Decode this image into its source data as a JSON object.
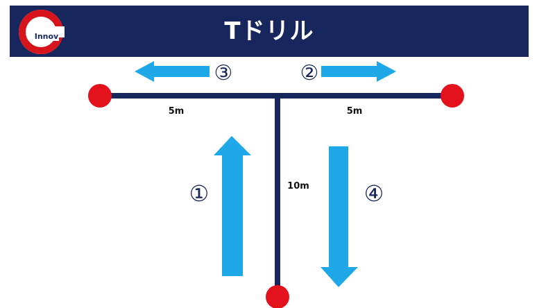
{
  "header": {
    "logo_text": "Innov",
    "title": "Tドリル"
  },
  "colors": {
    "header_bg": "#17265c",
    "line": "#17265c",
    "cone": "#e3111b",
    "arrow": "#1fa8e8",
    "logo_red": "#d7141b"
  },
  "diagram": {
    "steps": [
      {
        "number": "①",
        "direction": "up"
      },
      {
        "number": "②",
        "direction": "right"
      },
      {
        "number": "③",
        "direction": "left"
      },
      {
        "number": "④",
        "direction": "down"
      }
    ],
    "distances": {
      "left_arm": "5m",
      "right_arm": "5m",
      "stem": "10m"
    }
  }
}
